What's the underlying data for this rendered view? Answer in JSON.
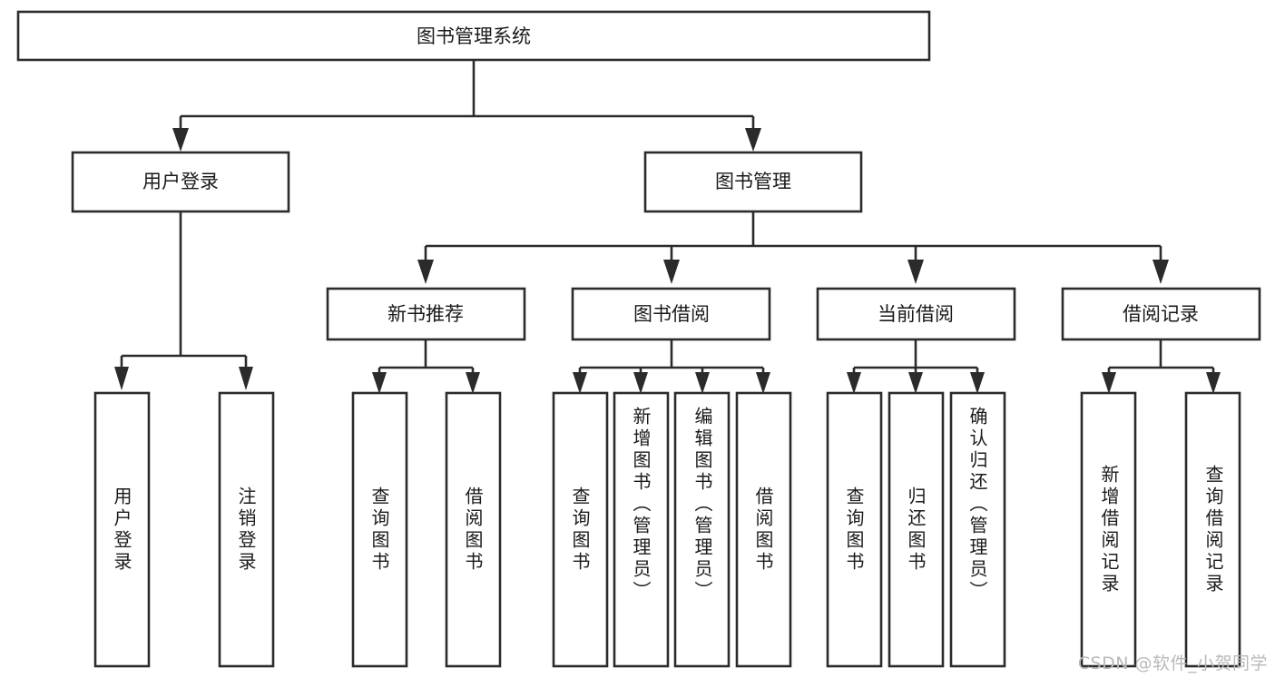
{
  "diagram": {
    "title": "图书管理系统",
    "type": "tree",
    "orientation": "top-down",
    "colors": {
      "box_fill": "#ffffff",
      "box_stroke": "#2b2b2b",
      "text": "#1a1a1a",
      "background": "#ffffff",
      "watermark": "#b9b9b9"
    },
    "root": {
      "id": "root",
      "label": "图书管理系统"
    },
    "level2": [
      {
        "id": "user-login",
        "label": "用户登录"
      },
      {
        "id": "book-management",
        "label": "图书管理"
      }
    ],
    "level3": [
      {
        "id": "new-book-recommend",
        "label": "新书推荐",
        "parent": "book-management"
      },
      {
        "id": "book-borrow",
        "label": "图书借阅",
        "parent": "book-management"
      },
      {
        "id": "current-borrow",
        "label": "当前借阅",
        "parent": "book-management"
      },
      {
        "id": "borrow-record",
        "label": "借阅记录",
        "parent": "book-management"
      }
    ],
    "leaves": {
      "user-login": [
        {
          "id": "leaf-user-login",
          "label": "用户登录"
        },
        {
          "id": "leaf-user-logout",
          "label": "注销登录"
        }
      ],
      "new-book-recommend": [
        {
          "id": "leaf-query-book-1",
          "label": "查询图书"
        },
        {
          "id": "leaf-borrow-book-1",
          "label": "借阅图书"
        }
      ],
      "book-borrow": [
        {
          "id": "leaf-query-book-2",
          "label": "查询图书"
        },
        {
          "id": "leaf-add-book",
          "label": "新增图书（管理员）"
        },
        {
          "id": "leaf-edit-book",
          "label": "编辑图书（管理员）"
        },
        {
          "id": "leaf-borrow-book-2",
          "label": "借阅图书"
        }
      ],
      "current-borrow": [
        {
          "id": "leaf-query-book-3",
          "label": "查询图书"
        },
        {
          "id": "leaf-return-book",
          "label": "归还图书"
        },
        {
          "id": "leaf-confirm-return",
          "label": "确认归还（管理员）"
        }
      ],
      "borrow-record": [
        {
          "id": "leaf-add-record",
          "label": "新增借阅记录"
        },
        {
          "id": "leaf-query-record",
          "label": "查询借阅记录"
        }
      ]
    }
  },
  "watermark": {
    "label": "CSDN @软件_小贺同学"
  }
}
